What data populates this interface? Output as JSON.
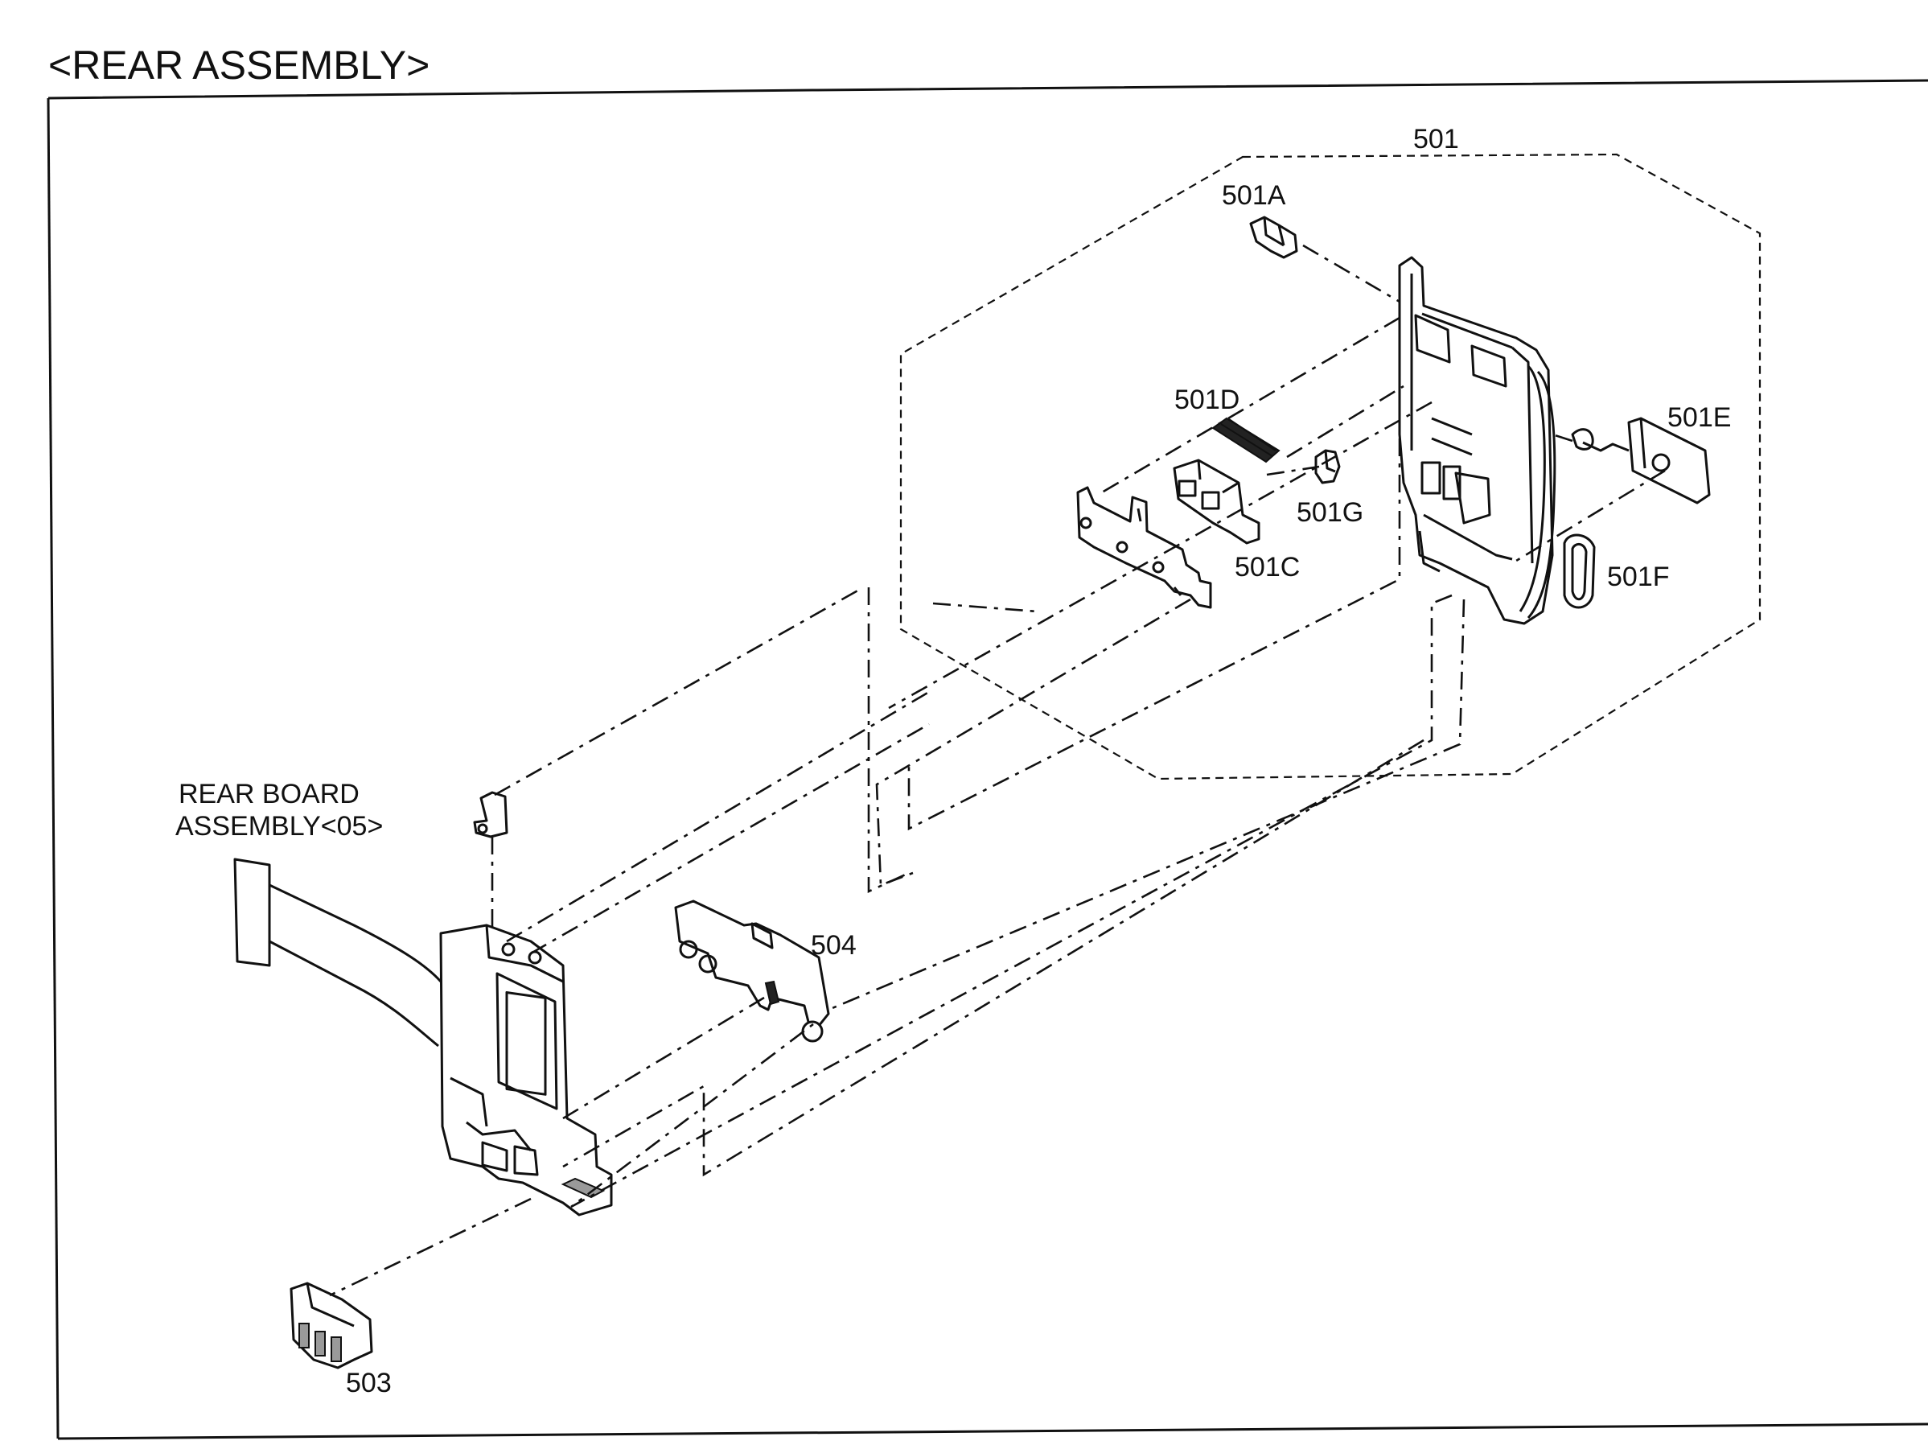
{
  "title": "<REAR ASSEMBLY>",
  "labels": {
    "p501": "501",
    "p501A": "501A",
    "p501C": "501C",
    "p501D": "501D",
    "p501E": "501E",
    "p501F": "501F",
    "p501G": "501G",
    "p503": "503",
    "p504": "504",
    "rear_board_line1": "REAR BOARD",
    "rear_board_line2": "ASSEMBLY<05>"
  }
}
